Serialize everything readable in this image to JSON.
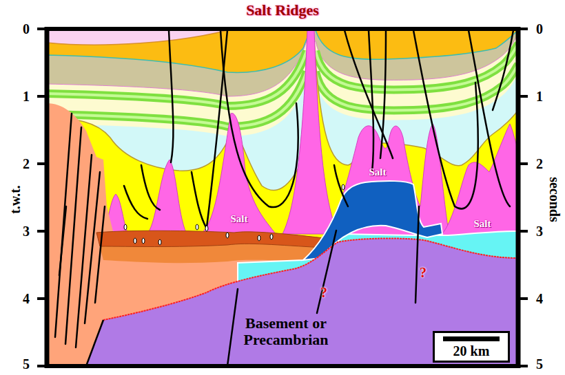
{
  "diagram": {
    "title": "Salt Ridges",
    "nodes": [
      {
        "text": [
          "20 km"
        ]
      }
    ],
    "labels": [
      "t.w.t.",
      "0",
      "1",
      "2",
      "3",
      "4",
      "5",
      "seconds",
      "0",
      "1",
      "2",
      "3",
      "4",
      "5",
      "Salt",
      "Salt",
      "Salt",
      "Basement or Precambrian",
      "?",
      "?"
    ]
  }
}
